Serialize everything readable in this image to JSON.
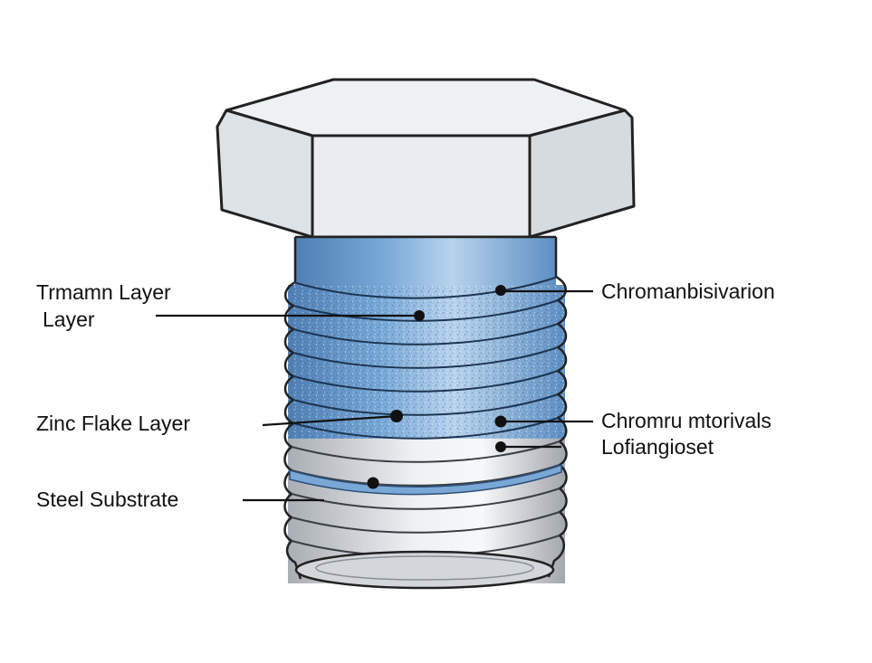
{
  "labels": {
    "left": [
      {
        "id": "topcoat",
        "lines": [
          "Trmamn Layer",
          "Layer"
        ]
      },
      {
        "id": "zinc",
        "lines": [
          "Zinc Flake Layer"
        ]
      },
      {
        "id": "steel",
        "lines": [
          "Steel Substrate"
        ]
      }
    ],
    "right": [
      {
        "id": "chromium-passivation",
        "lines": [
          "Chromanbisivarion"
        ]
      },
      {
        "id": "chromium-lubricant",
        "lines": [
          "Chromru mtorivals",
          "Lofiangioset"
        ]
      }
    ]
  },
  "colors": {
    "head_fill": "#e7ebef",
    "head_outline": "#222222",
    "coating_blue": "#6f9fcf",
    "coating_light": "#a9c8e6",
    "steel_gray": "#c9cdd2",
    "steel_light": "#eceef0",
    "leader_line": "#111111"
  }
}
